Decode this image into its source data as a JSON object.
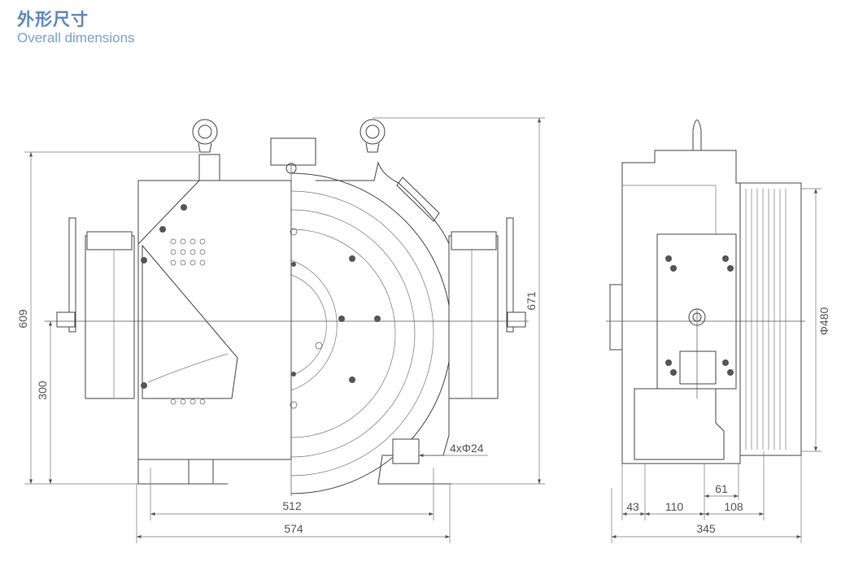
{
  "header": {
    "title_cn": "外形尺寸",
    "title_en": "Overall dimensions"
  },
  "front_view": {
    "dimensions": {
      "height_total": "609",
      "center_height": "300",
      "height_with_eyes": "671",
      "mount_hole_spacing": "512",
      "base_width": "574",
      "mount_holes": "4xΦ24"
    }
  },
  "side_view": {
    "dimensions": {
      "sheave_diameter": "Φ480",
      "offset_61": "61",
      "offset_43": "43",
      "offset_110": "110",
      "offset_108": "108",
      "total_depth": "345"
    }
  },
  "colors": {
    "title": "#5b87c0",
    "subtitle": "#7ea0cf",
    "lines": "#444444"
  }
}
